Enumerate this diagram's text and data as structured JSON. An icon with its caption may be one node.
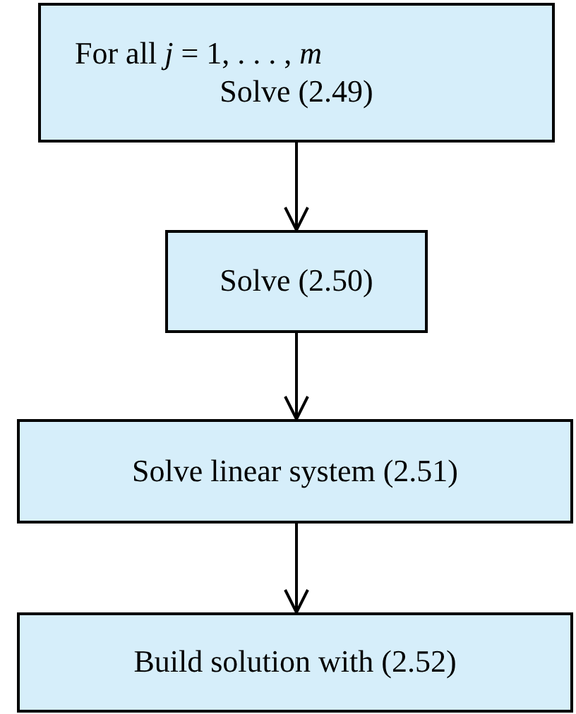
{
  "diagram": {
    "nodes": [
      {
        "text": [
          "For all *j* = 1, . . . , *m*",
          "Solve (2.49)"
        ]
      },
      {
        "text": [
          "Solve (2.50)"
        ]
      },
      {
        "text": [
          "Solve linear system (2.51)"
        ]
      },
      {
        "text": [
          "Build solution with (2.52)"
        ]
      }
    ],
    "edges": [
      {
        "from": 0,
        "to": 1,
        "arrow": "to"
      },
      {
        "from": 1,
        "to": 2,
        "arrow": "to"
      },
      {
        "from": 2,
        "to": 3,
        "arrow": "to"
      }
    ]
  }
}
